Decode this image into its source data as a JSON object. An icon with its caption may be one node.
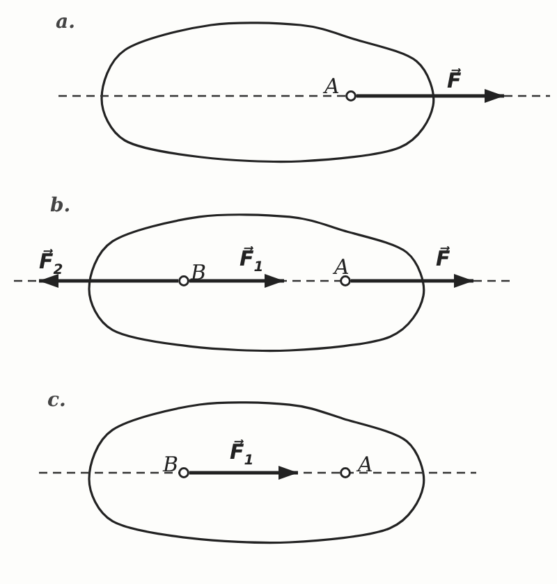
{
  "diagram": {
    "nodes": [
      {
        "text": [],
        "shape": "oval"
      },
      {
        "text": [
          "A"
        ],
        "in": 0
      },
      {
        "text": [],
        "shape": "oval"
      },
      {
        "text": [
          "B"
        ],
        "in": 2
      },
      {
        "text": [
          "A"
        ],
        "in": 2
      },
      {
        "text": [],
        "shape": "oval"
      },
      {
        "text": [
          "B"
        ],
        "in": 5
      },
      {
        "text": [
          "A"
        ],
        "in": 5
      }
    ],
    "edges": [
      {
        "from": 1,
        "to": null,
        "arrow": "to",
        "label": "F⃗"
      },
      {
        "from": 3,
        "to": null,
        "arrow": "to",
        "label": "F⃗$_{2}$"
      },
      {
        "from": 3,
        "to": null,
        "arrow": "to",
        "label": "F⃗$_{1}$"
      },
      {
        "from": 4,
        "to": null,
        "arrow": "to",
        "label": "F⃗"
      },
      {
        "from": 6,
        "to": null,
        "arrow": "to",
        "label": "F⃗$_{1}$"
      }
    ],
    "labels": [
      "a.",
      "b.",
      "c."
    ]
  }
}
